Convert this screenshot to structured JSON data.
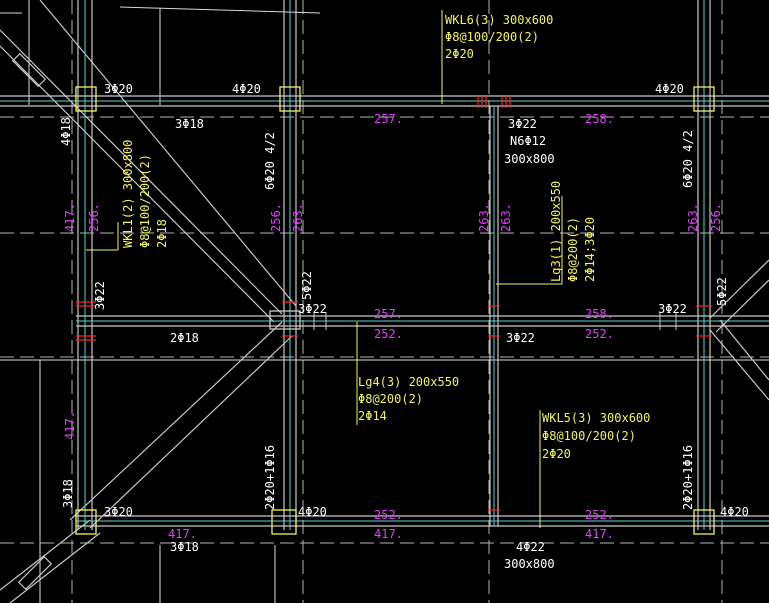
{
  "colors": {
    "background": "#000000",
    "beam_line": "#c8c8c8",
    "axis_line": "#b4b4b4",
    "annotation": "#f2f26a",
    "white_text": "#ffffff",
    "dimension": "#e43cff",
    "rebar_mark": "#ff2020",
    "column": "#f2f26a",
    "cyan": "#5fd0d0"
  },
  "labels": {
    "wkl6_name": "WKL6(3) 300x600",
    "wkl6_stirrup": "Φ8@100/200(2)",
    "wkl6_top": "2Φ20",
    "top_left_3c20": "3Φ20",
    "top_left_4c20": "4Φ20",
    "top_right_4c20": "4Φ20",
    "top_3c18": "3Φ18",
    "dim_257_top": "257.",
    "dim_258_top": "258.",
    "mid_3c22": "3Φ22",
    "mid_n6": "N6Φ12",
    "mid_300x800": "300x800",
    "left_4c18": "4Φ18",
    "wkl1_name": "WKL1(2) 300x800",
    "wkl1_stirrup": "Φ8@100/200(2)",
    "wkl1_top": "2Φ18",
    "left_dim_417": "417.",
    "left_dim_256": "256.",
    "col2_6c20": "6Φ20 4/2",
    "col2_dim_256": "256.",
    "col2_dim_263": "263.",
    "col3_dim_263a": "263.",
    "col3_dim_263b": "263.",
    "lg3_name": "Lg3(1) 200x550",
    "lg3_stirrup": "Φ8@200(2)",
    "lg3_top": "2Φ14;3Φ20",
    "right_6c20": "6Φ20 4/2",
    "right_dim_263": "263.",
    "right_dim_256": "256.",
    "left_3c22": "3Φ22",
    "col2_5c22": "5Φ22",
    "col2_3c22": "3Φ22",
    "dim_257_mid": "257.",
    "dim_258_mid": "258.",
    "right_3c22": "3Φ22",
    "right_5c22": "5Φ22",
    "left_2c18": "2Φ18",
    "dim_252_mid": "252.",
    "mid_3c22_b": "3Φ22",
    "dim_252_mid_r": "252.",
    "lg4_name": "Lg4(3) 200x550",
    "lg4_stirrup": "Φ8@200(2)",
    "lg4_top": "2Φ14",
    "left_dim_417_low": "417.",
    "wkl5_name": "WKL5(3) 300x600",
    "wkl5_stirrup": "Φ8@100/200(2)",
    "wkl5_top": "2Φ20",
    "left_3c18": "3Φ18",
    "col2_2c20_1c16": "2Φ20+1Φ16",
    "right_2c20_1c16": "2Φ20+1Φ16",
    "bottom_left_3c20": "3Φ20",
    "bottom_col2_4c20": "4Φ20",
    "bottom_dim_252": "252.",
    "bottom_dim_252_r": "252.",
    "bottom_right_4c20": "4Φ20",
    "bottom_dim_417": "417.",
    "bottom_dim_417_b": "417.",
    "bottom_dim_417_r": "417.",
    "bottom_3c18": "3Φ18",
    "bottom_4c22": "4Φ22",
    "bottom_300x800": "300x800"
  }
}
